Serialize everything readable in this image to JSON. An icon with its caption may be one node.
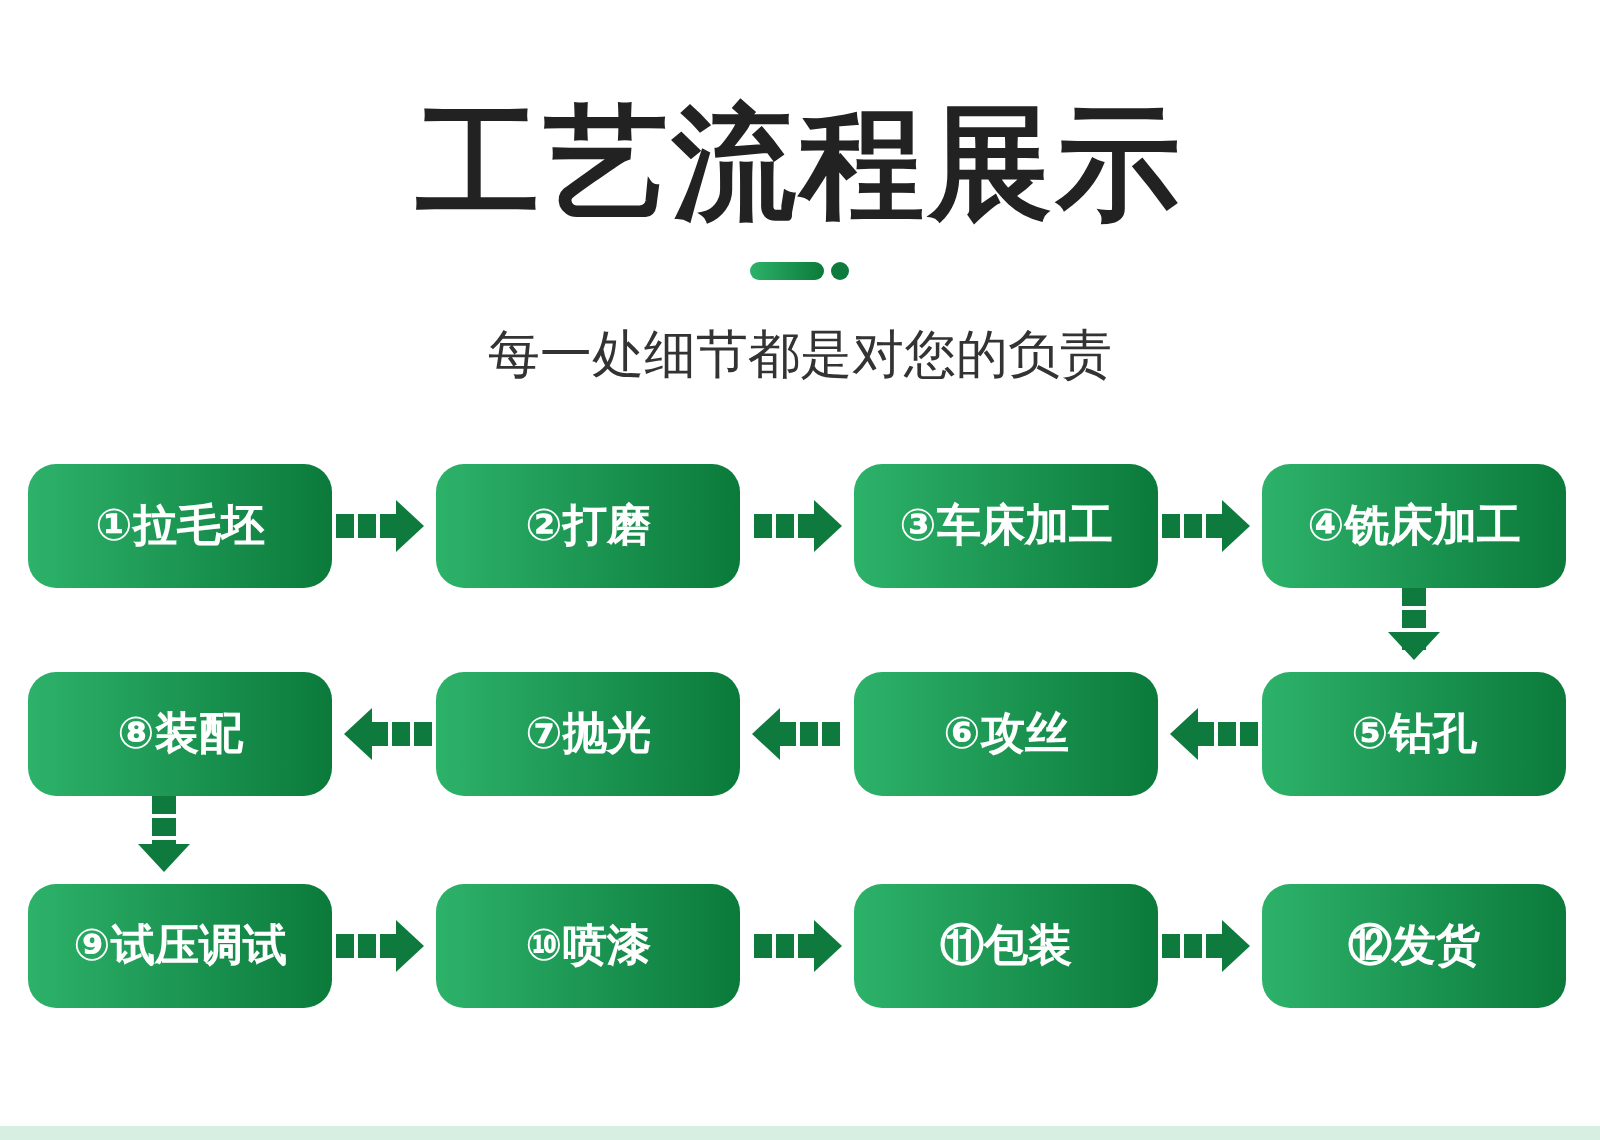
{
  "diagram": {
    "title": "工艺流程展示",
    "nodes": [
      {
        "text": [
          "①拉毛坯"
        ]
      },
      {
        "text": [
          "②打磨"
        ]
      },
      {
        "text": [
          "③车床加工"
        ]
      },
      {
        "text": [
          "④铣床加工"
        ]
      },
      {
        "text": [
          "⑤钻孔"
        ]
      },
      {
        "text": [
          "⑥攻丝"
        ]
      },
      {
        "text": [
          "⑦抛光"
        ]
      },
      {
        "text": [
          "⑧装配"
        ]
      },
      {
        "text": [
          "⑨试压调试"
        ]
      },
      {
        "text": [
          "⑩喷漆"
        ]
      },
      {
        "text": [
          "⑪包装"
        ]
      },
      {
        "text": [
          "⑫发货"
        ]
      }
    ],
    "edges": [
      {
        "from": 0,
        "to": 1,
        "arrow": "to"
      },
      {
        "from": 1,
        "to": 2,
        "arrow": "to"
      },
      {
        "from": 2,
        "to": 3,
        "arrow": "to"
      },
      {
        "from": 3,
        "to": 4,
        "arrow": "to"
      },
      {
        "from": 4,
        "to": 5,
        "arrow": "to"
      },
      {
        "from": 5,
        "to": 6,
        "arrow": "to"
      },
      {
        "from": 6,
        "to": 7,
        "arrow": "to"
      },
      {
        "from": 7,
        "to": 8,
        "arrow": "to"
      },
      {
        "from": 8,
        "to": 9,
        "arrow": "to"
      },
      {
        "from": 9,
        "to": 10,
        "arrow": "to"
      },
      {
        "from": 10,
        "to": 11,
        "arrow": "to"
      }
    ],
    "labels": [
      "每一处细节都是对您的负责"
    ]
  }
}
